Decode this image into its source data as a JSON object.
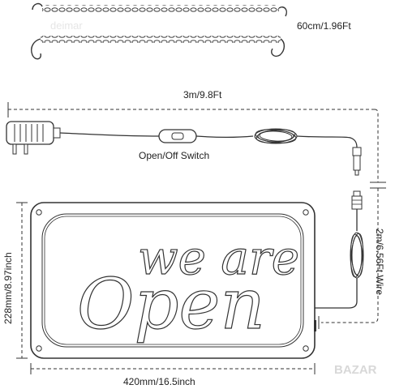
{
  "watermark": "deimar",
  "labels": {
    "chain_length": "60cm/1.96Ft",
    "cable_length": "3m/9.8Ft",
    "switch": "Open/Off Switch",
    "wire_length": "2m/6.56Ft Wire",
    "height": "228mm/8.97inch",
    "width": "420mm/16.5inch"
  },
  "sign_text": {
    "line1": "we are",
    "line2": "Open"
  },
  "badge": "BAZAR"
}
